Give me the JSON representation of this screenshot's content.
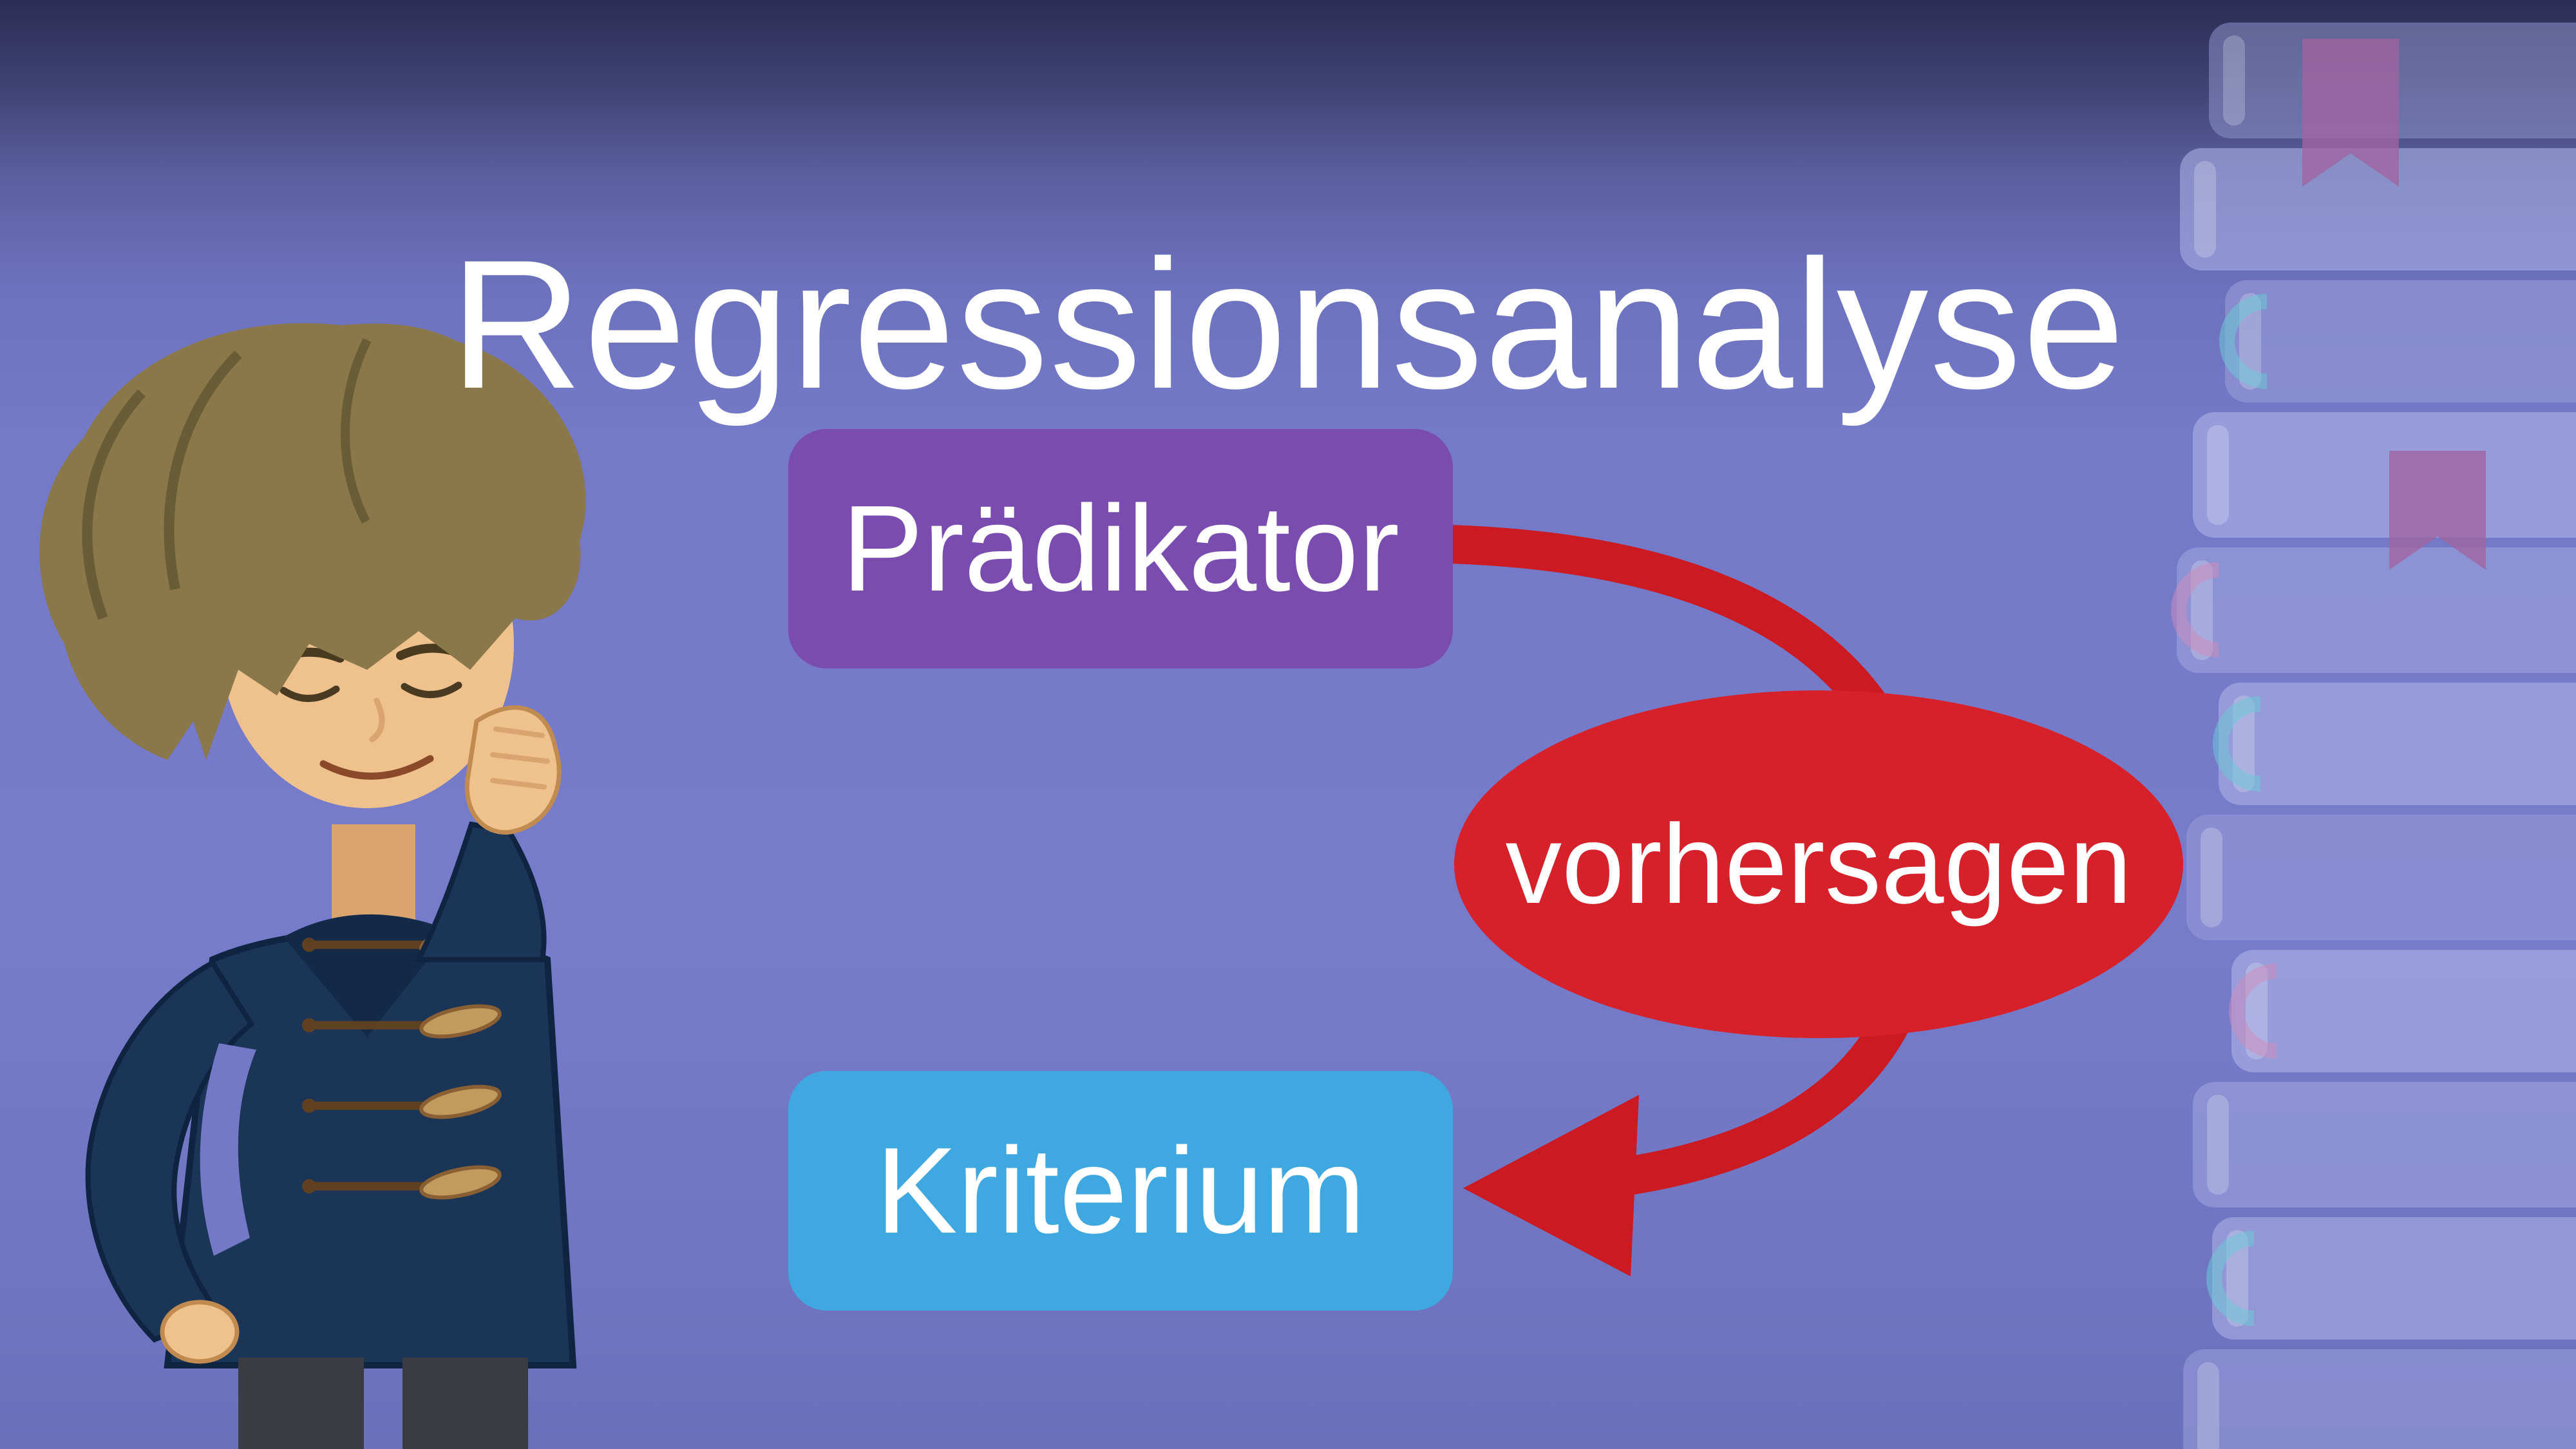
{
  "slide": {
    "title": "Regressionsanalyse"
  },
  "diagram": {
    "predictor": {
      "label": "Prädikator",
      "color": "#7a4caf"
    },
    "relation": {
      "label": "vorhersagen",
      "color": "#d6202a"
    },
    "criterion": {
      "label": "Kriterium",
      "color": "#3fa8e0"
    },
    "arrow_color": "#cb1a22"
  },
  "background": {
    "top_color": "#2c2d54",
    "main_color": "#767cca"
  },
  "illustrations": {
    "character": "thinking-student-illustration",
    "books": "book-stack-illustration"
  }
}
